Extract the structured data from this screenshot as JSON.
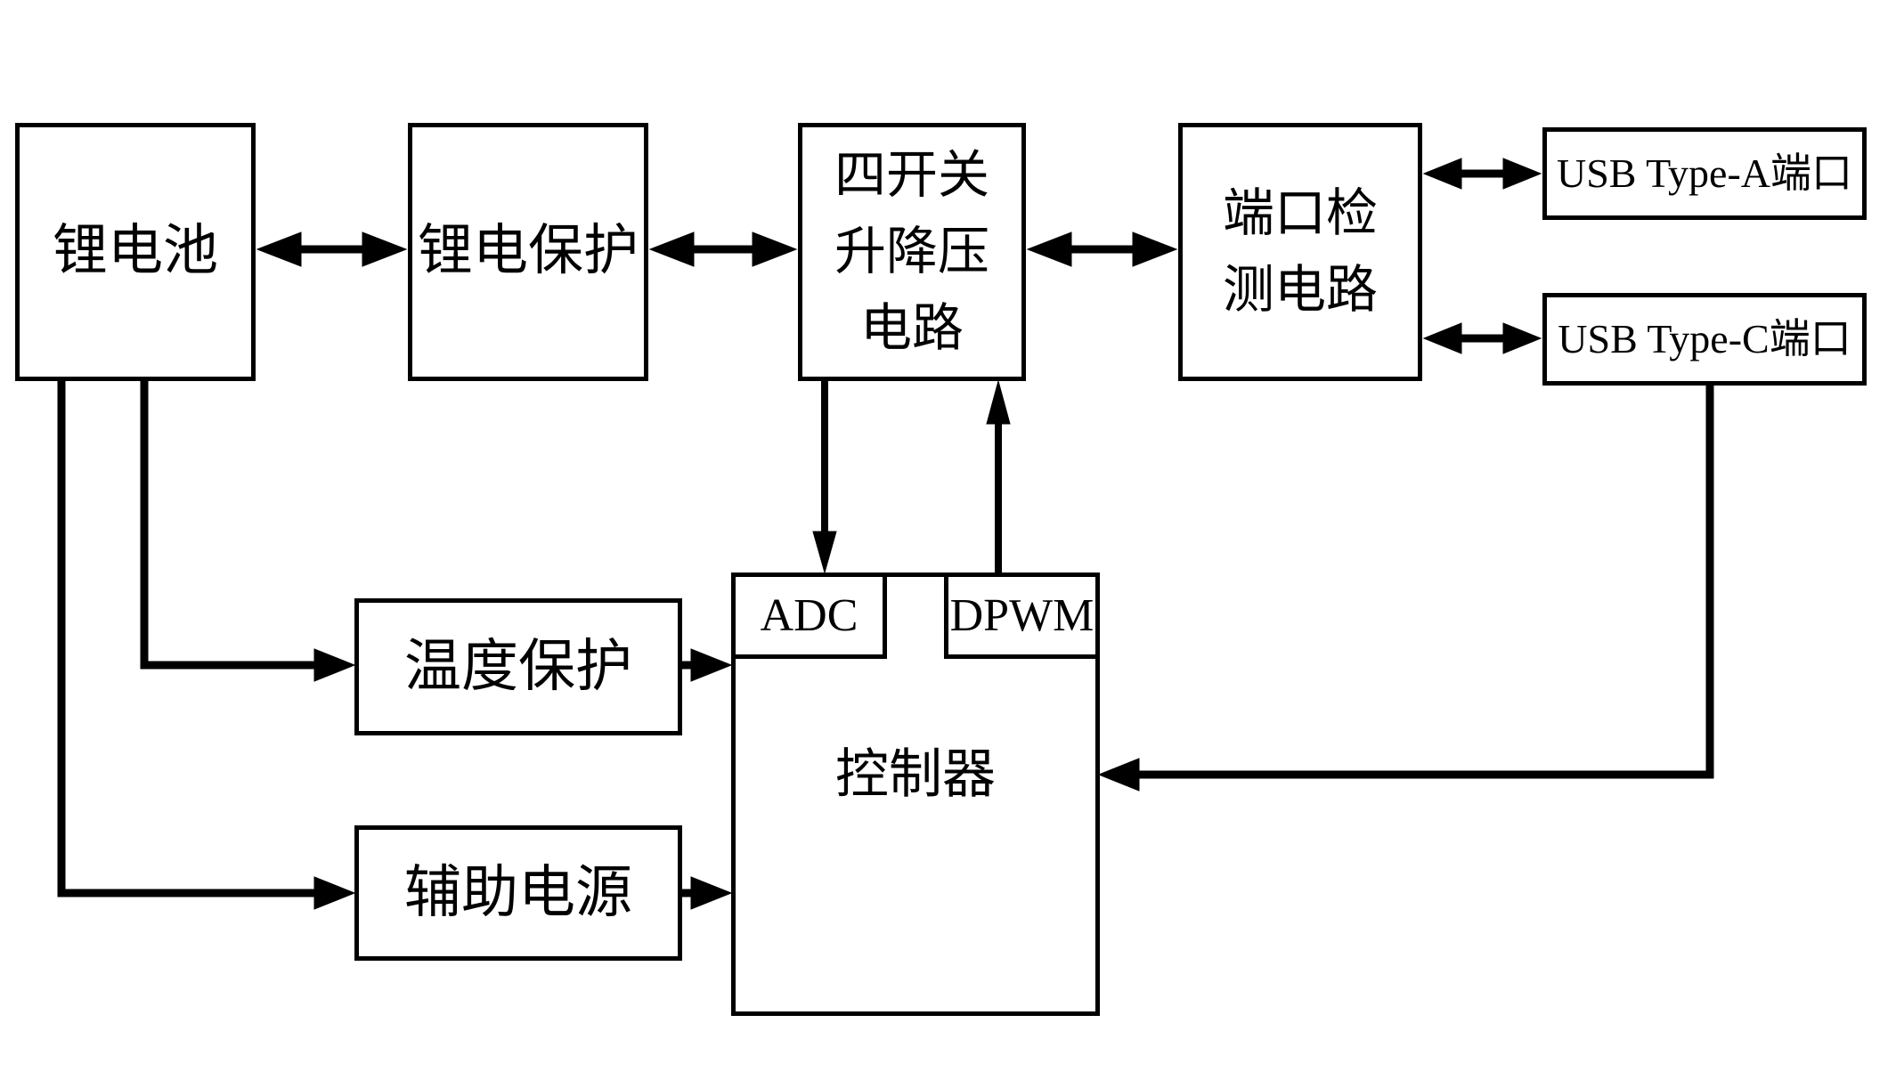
{
  "diagram": {
    "type": "block-diagram",
    "colors": {
      "background": "#ffffff",
      "line": "#000000",
      "box_fill": "#ffffff",
      "box_border": "#000000"
    },
    "blocks": {
      "battery": {
        "label": "锂电池"
      },
      "protection": {
        "label": "锂电保护"
      },
      "buckboost": {
        "lines": [
          "四开关",
          "升降压",
          "电路"
        ]
      },
      "portdetect": {
        "lines": [
          "端口检",
          "测电路"
        ]
      },
      "usb_a": {
        "label": "USB Type-A端口"
      },
      "usb_c": {
        "label": "USB Type-C端口"
      },
      "temp_protect": {
        "label": "温度保护"
      },
      "aux_power": {
        "label": "辅助电源"
      },
      "controller": {
        "label": "控制器"
      },
      "adc": {
        "label": "ADC"
      },
      "dpwm": {
        "label": "DPWM"
      }
    },
    "connections": [
      {
        "from": "battery",
        "to": "protection",
        "direction": "bidirectional"
      },
      {
        "from": "protection",
        "to": "buckboost",
        "direction": "bidirectional"
      },
      {
        "from": "buckboost",
        "to": "portdetect",
        "direction": "bidirectional"
      },
      {
        "from": "portdetect",
        "to": "usb_a",
        "direction": "bidirectional"
      },
      {
        "from": "portdetect",
        "to": "usb_c",
        "direction": "bidirectional"
      },
      {
        "from": "buckboost",
        "to": "adc",
        "direction": "one-way"
      },
      {
        "from": "dpwm",
        "to": "buckboost",
        "direction": "one-way"
      },
      {
        "from": "battery",
        "to": "temp_protect",
        "direction": "one-way"
      },
      {
        "from": "temp_protect",
        "to": "controller",
        "direction": "one-way"
      },
      {
        "from": "battery",
        "to": "aux_power",
        "direction": "one-way"
      },
      {
        "from": "aux_power",
        "to": "controller",
        "direction": "one-way"
      },
      {
        "from": "usb_c",
        "to": "controller",
        "direction": "one-way"
      }
    ]
  }
}
